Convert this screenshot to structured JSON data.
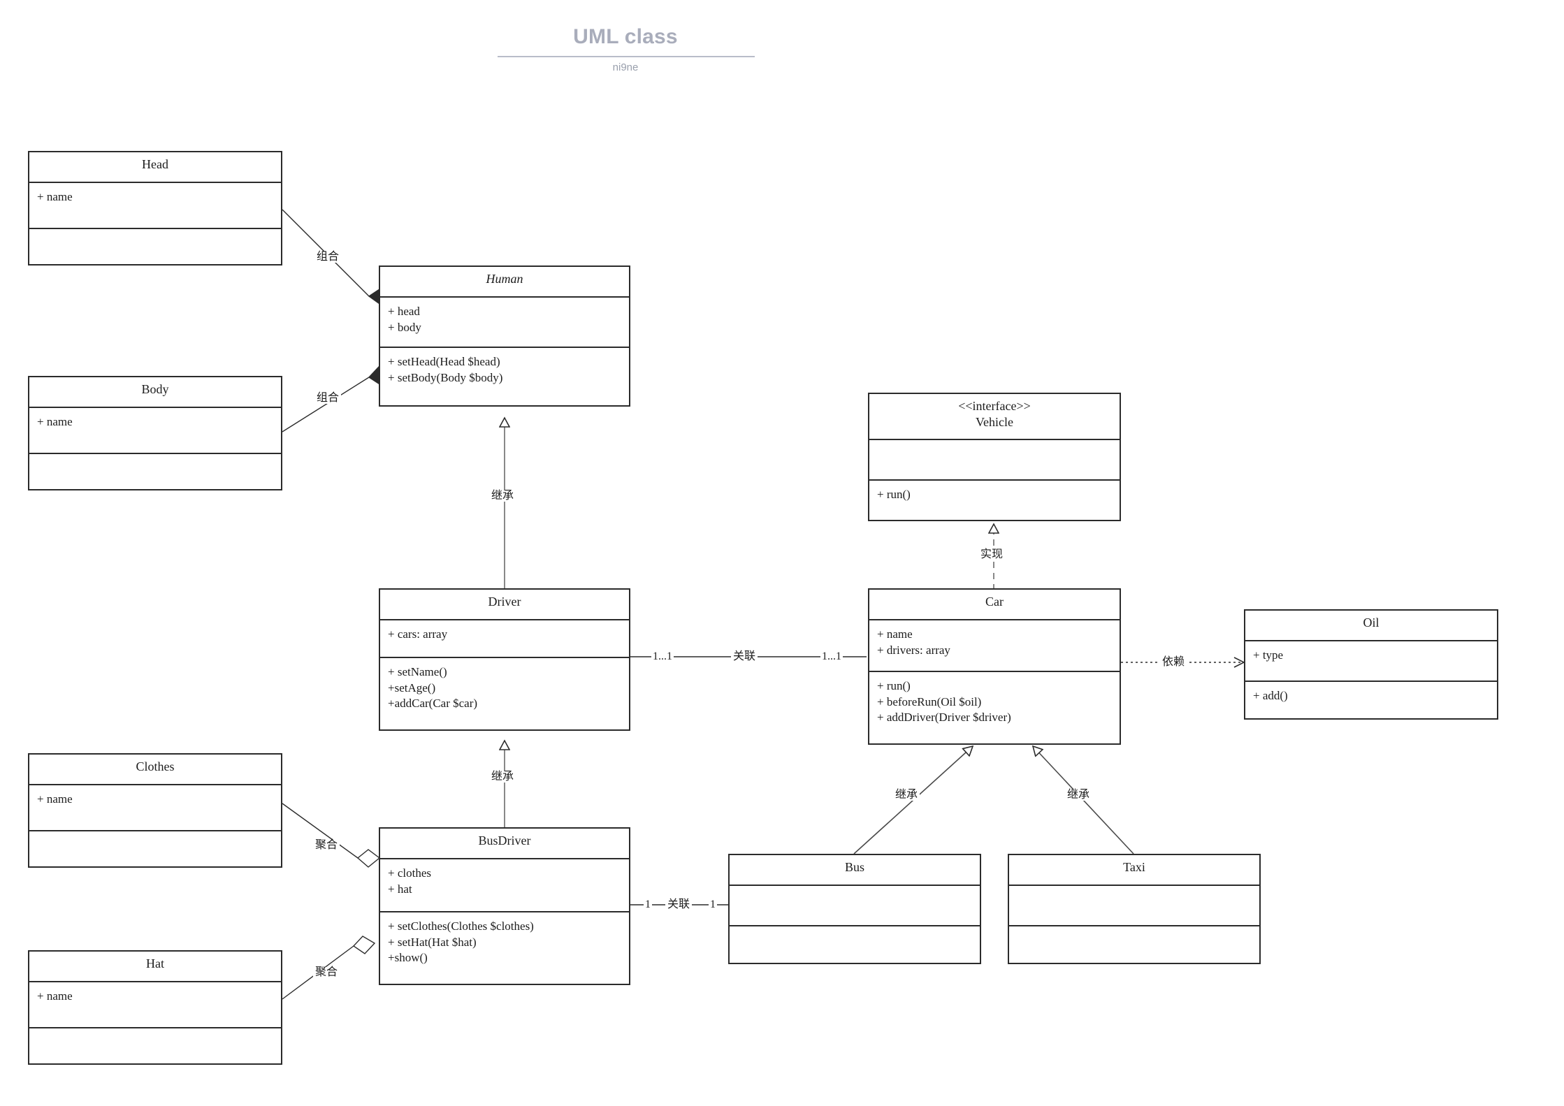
{
  "header": {
    "title": "UML class",
    "subtitle": "ni9ne"
  },
  "classes": {
    "head": {
      "name": "Head",
      "attrs": "+ name",
      "ops": ""
    },
    "body": {
      "name": "Body",
      "attrs": "+ name",
      "ops": ""
    },
    "human": {
      "name": "Human",
      "attrs": "+ head\n+ body",
      "ops": "+ setHead(Head $head)\n+ setBody(Body $body)"
    },
    "driver": {
      "name": "Driver",
      "attrs": "+ cars: array",
      "ops": "+ setName()\n+setAge()\n+addCar(Car  $car)"
    },
    "clothes": {
      "name": "Clothes",
      "attrs": "+ name",
      "ops": ""
    },
    "hat": {
      "name": "Hat",
      "attrs": "+ name",
      "ops": ""
    },
    "busdriver": {
      "name": "BusDriver",
      "attrs": "+ clothes\n+ hat",
      "ops": "+ setClothes(Clothes $clothes)\n+ setHat(Hat $hat)\n+show()"
    },
    "vehicle": {
      "name": "<<interface>>\nVehicle",
      "attrs": "",
      "ops": "+ run()"
    },
    "car": {
      "name": "Car",
      "attrs": "+ name\n+ drivers: array",
      "ops": "+ run()\n+ beforeRun(Oil $oil)\n+ addDriver(Driver $driver)"
    },
    "oil": {
      "name": "Oil",
      "attrs": "+ type",
      "ops": "+ add()"
    },
    "bus": {
      "name": "Bus",
      "attrs": "",
      "ops": ""
    },
    "taxi": {
      "name": "Taxi",
      "attrs": "",
      "ops": ""
    }
  },
  "relations": {
    "head_human": {
      "label": "组合",
      "kind": "composition"
    },
    "body_human": {
      "label": "组合",
      "kind": "composition"
    },
    "human_driver": {
      "label": "继承",
      "kind": "inheritance"
    },
    "driver_busdriver": {
      "label": "继承",
      "kind": "inheritance"
    },
    "clothes_busdriver": {
      "label": "聚合",
      "kind": "aggregation"
    },
    "hat_busdriver": {
      "label": "聚合",
      "kind": "aggregation"
    },
    "vehicle_car": {
      "label": "实现",
      "kind": "realization"
    },
    "car_bus": {
      "label": "继承",
      "kind": "inheritance"
    },
    "car_taxi": {
      "label": "继承",
      "kind": "inheritance"
    },
    "driver_car": {
      "label": "关联",
      "kind": "association",
      "left_mult": "1...1",
      "right_mult": "1...1"
    },
    "busdriver_bus": {
      "label": "关联",
      "kind": "association",
      "left_mult": "1",
      "right_mult": "1"
    },
    "car_oil": {
      "label": "依赖",
      "kind": "dependency"
    }
  },
  "colors": {
    "stroke": "#2b2b2b",
    "fill": "#ffffff",
    "title": "#a9adbb",
    "subtitle": "#9aa0ad",
    "rule": "#b9bdc9"
  }
}
